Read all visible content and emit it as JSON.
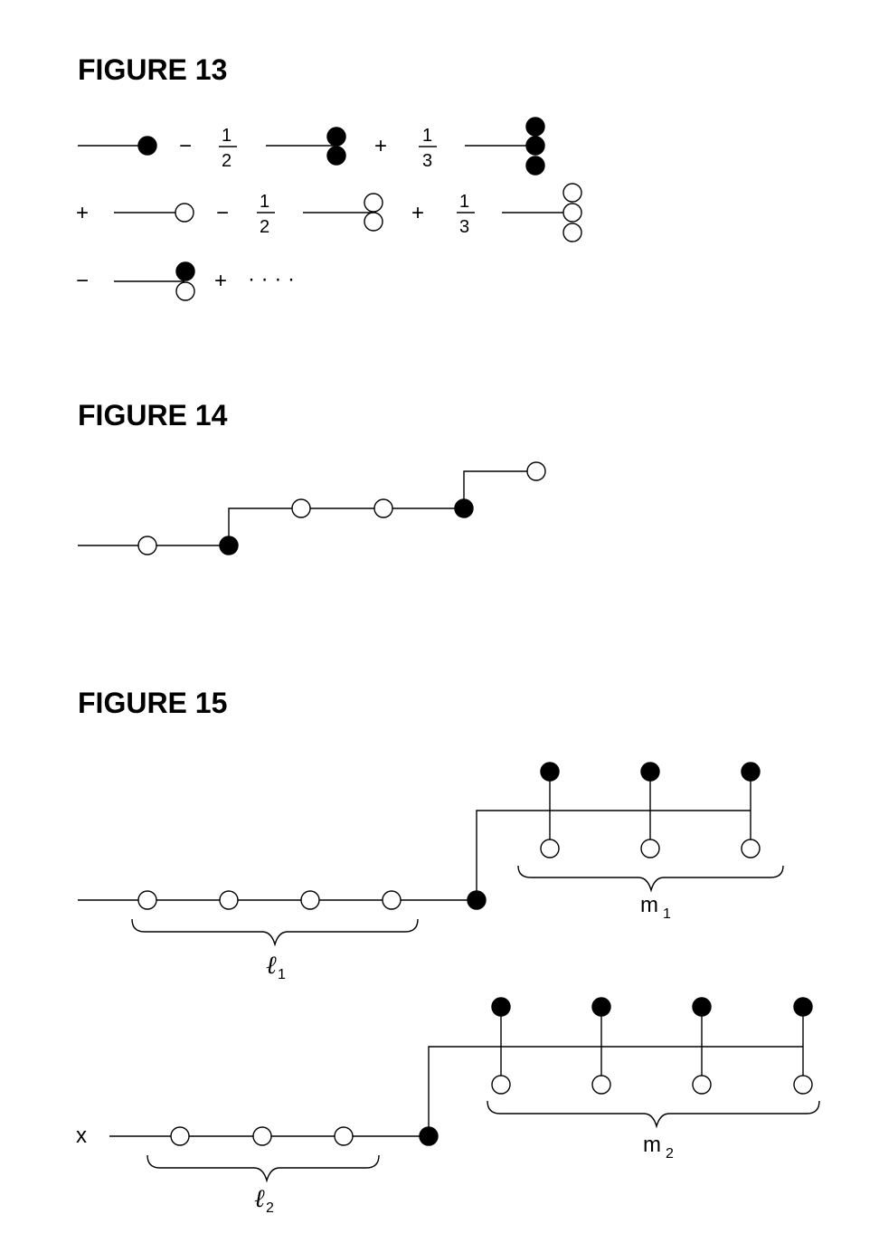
{
  "figure13": {
    "title": "FIGURE 13",
    "minus": "−",
    "plus": "+",
    "half_num": "1",
    "half_den": "2",
    "third_num": "1",
    "third_den": "3",
    "dots": "· · · ·"
  },
  "figure14": {
    "title": "FIGURE 14"
  },
  "figure15": {
    "title": "FIGURE 15",
    "label_l": "ℓ",
    "label_m": "m",
    "sub1": "1",
    "sub2": "2",
    "x_label": "x"
  },
  "colors": {
    "ink": "#000000",
    "paper": "#ffffff"
  },
  "icons": [
    "open-vertex-icon",
    "closed-vertex-icon"
  ]
}
